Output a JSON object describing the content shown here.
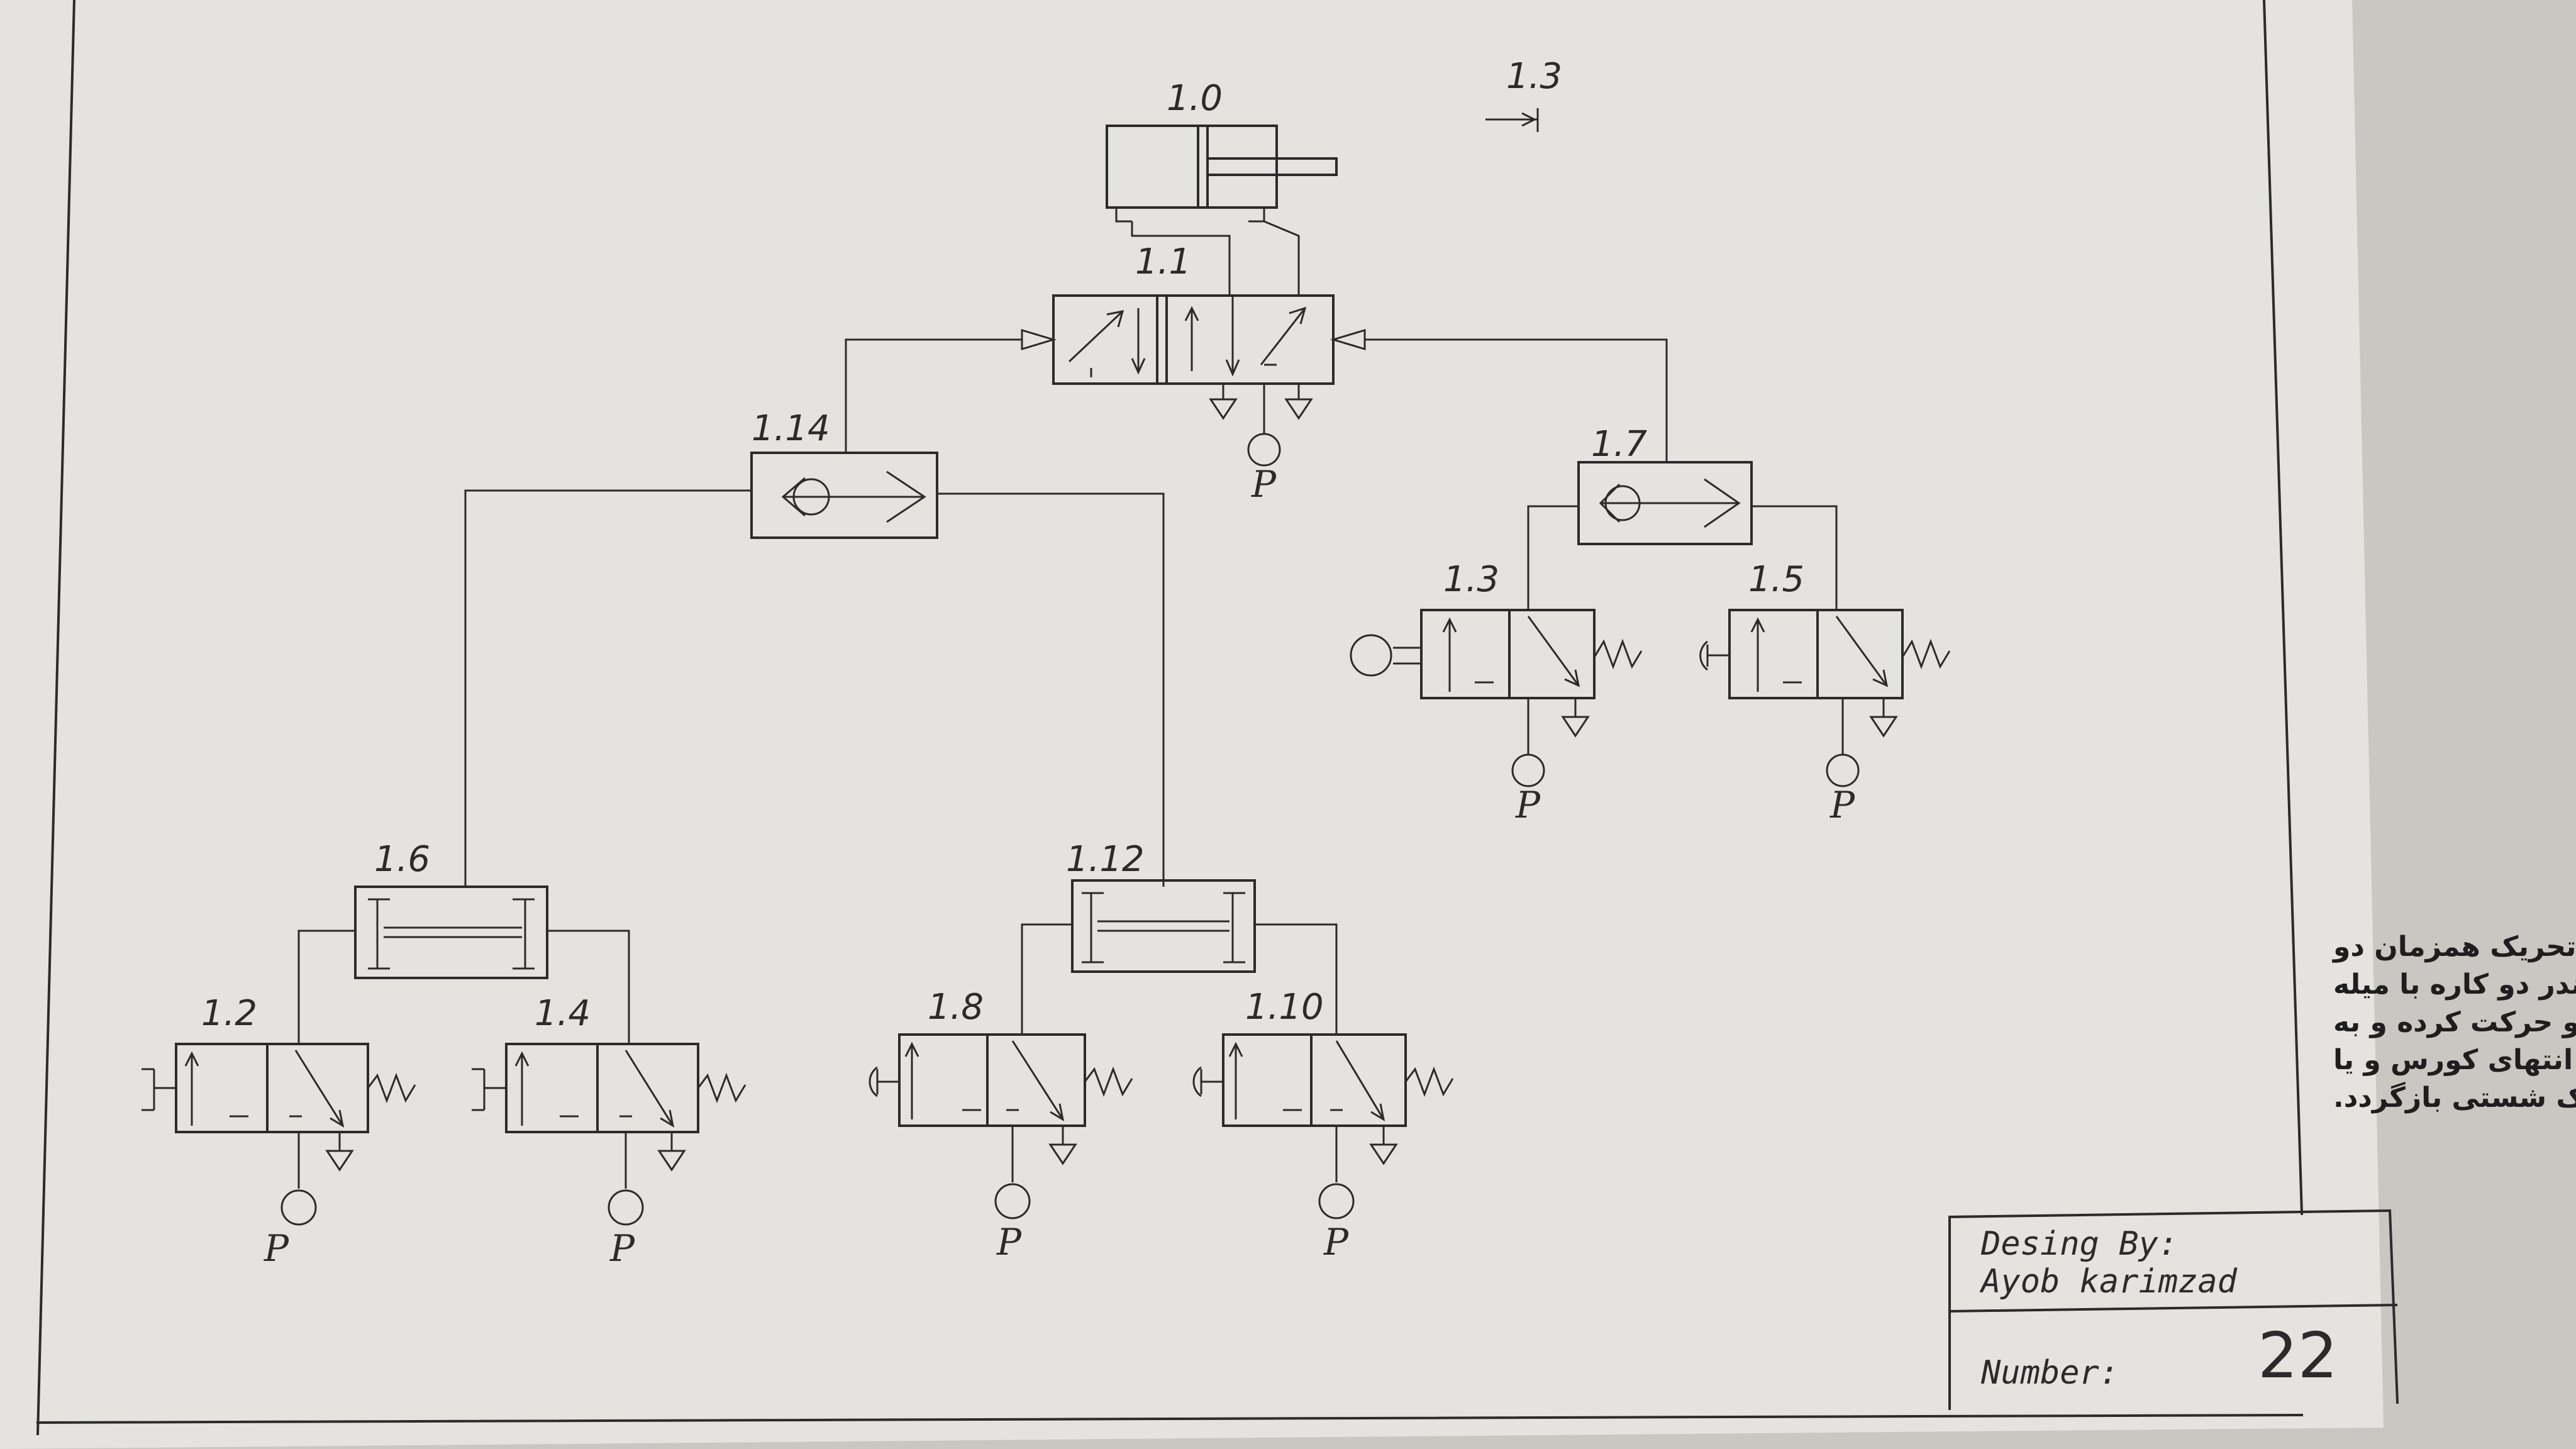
{
  "diagram": {
    "labels": {
      "cylinder": "1.0",
      "main_valve": "1.1",
      "limit_marker": "1.3",
      "shuttle_left": "1.14",
      "shuttle_right": "1.7",
      "valve_1_3": "1.3",
      "valve_1_5": "1.5",
      "and_left": "1.6",
      "and_right": "1.12",
      "valve_1_2": "1.2",
      "valve_1_4": "1.4",
      "valve_1_8": "1.8",
      "valve_1_10": "1.10"
    },
    "pressure_symbol": "P"
  },
  "task": {
    "lines": [
      "مداری طراحی کنید که با تحریک همزمان دو",
      "شستی و یا دو پدال سیلندر دو کاره با میله",
      "پیستون یک طرفه به سمت جلو حرکت کرده و به",
      "طور اتوماتیک پس از رسیدن به انتهای کورس و یا",
      "در هر لحظه دلخواه با تحریک یک شستی بازگردد."
    ]
  },
  "title_block": {
    "design_label": "Desing By:",
    "designer": "Ayob karimzad",
    "number_label": "Number:",
    "number": "22"
  }
}
